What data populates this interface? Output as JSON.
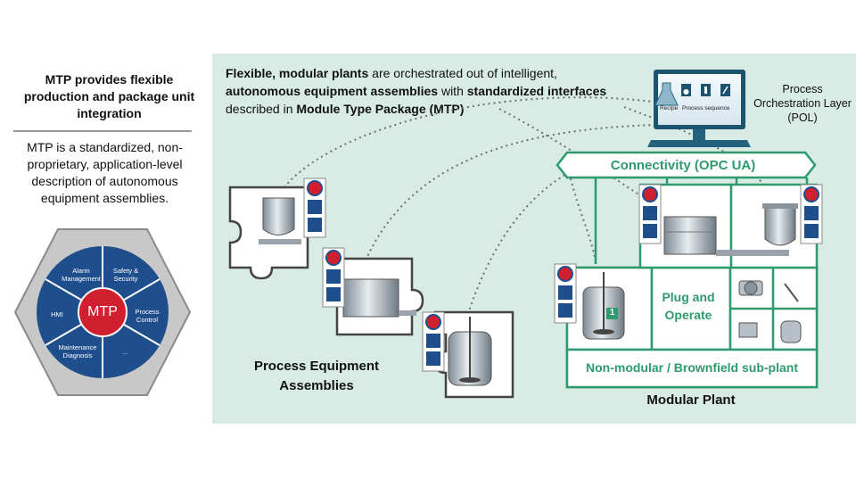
{
  "left": {
    "title": "MTP provides flexible production and package unit integration",
    "description": "MTP is a standardized, non-proprietary, application-level description of autonomous equipment assemblies.",
    "hex": {
      "center": "MTP",
      "segments": [
        "Alarm Management",
        "Safety & Security",
        "Process Control",
        "...",
        "Maintenance Diagnosis",
        "HMI"
      ]
    }
  },
  "intro": {
    "bold1": "Flexible, modular plants",
    "text1": " are orchestrated out of intelligent,",
    "bold2": "autonomous equipment assemblies",
    "text2": " with ",
    "bold3": "standardized interfaces",
    "text3": "described in ",
    "bold4": "Module Type Package (MTP)"
  },
  "labels": {
    "pol": "Process Orchestration Layer (POL)",
    "connectivity": "Connectivity (OPC UA)",
    "plug_operate": "Plug and Operate",
    "non_modular": "Non-modular / Brownfield sub-plant",
    "pea": "Process Equipment Assemblies",
    "modular_plant": "Modular Plant",
    "monitor_recipe": "Recipe",
    "monitor_sequence": "Process sequence",
    "badge": "1"
  },
  "colors": {
    "panel_bg": "#d8ebe5",
    "accent_green": "#2e9a6e",
    "hex_blue": "#1f4e8c",
    "mtp_red": "#d0202f"
  }
}
